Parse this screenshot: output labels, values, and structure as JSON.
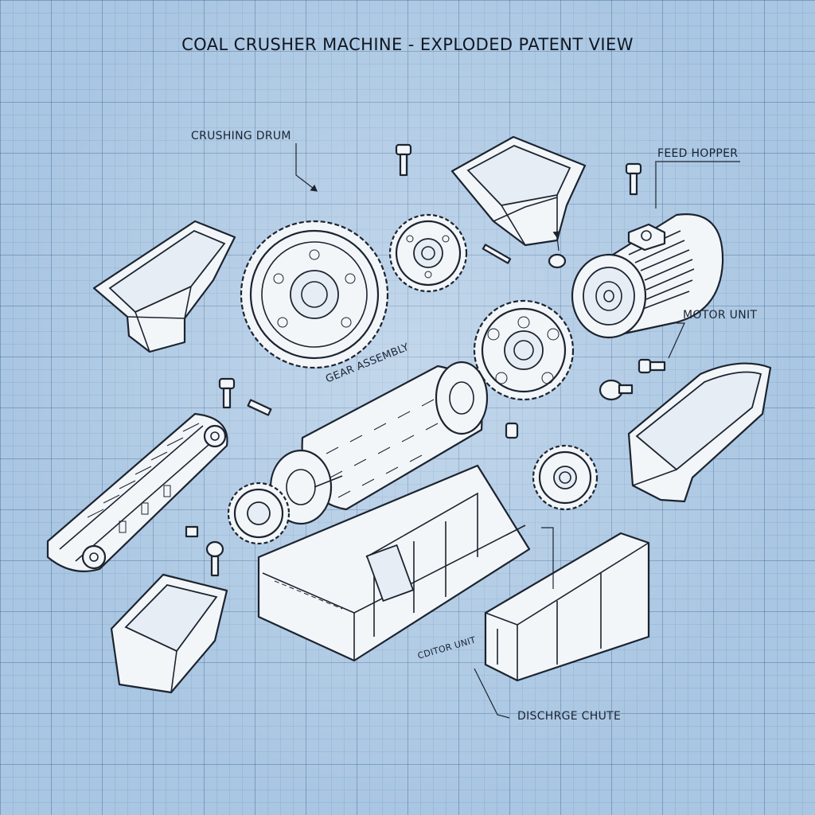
{
  "diagram": {
    "title": "COAL CRUSHER MACHINE - EXPLODED PATENT VIEW",
    "labels": {
      "crushing_drum": "CRUSHING DRUM",
      "feed_hopper": "FEED HOPPER",
      "motor_unit": "MOTOR UNIT",
      "gear_assembly": "GEAR ASSEMBLY",
      "cditor_unit": "CDITOR UNIT",
      "discharge_chute": "DISCHRGE CHUTE"
    },
    "colors": {
      "background": "#a9c6e2",
      "line": "#1c2430",
      "part_fill": "#f3f6f9"
    }
  }
}
